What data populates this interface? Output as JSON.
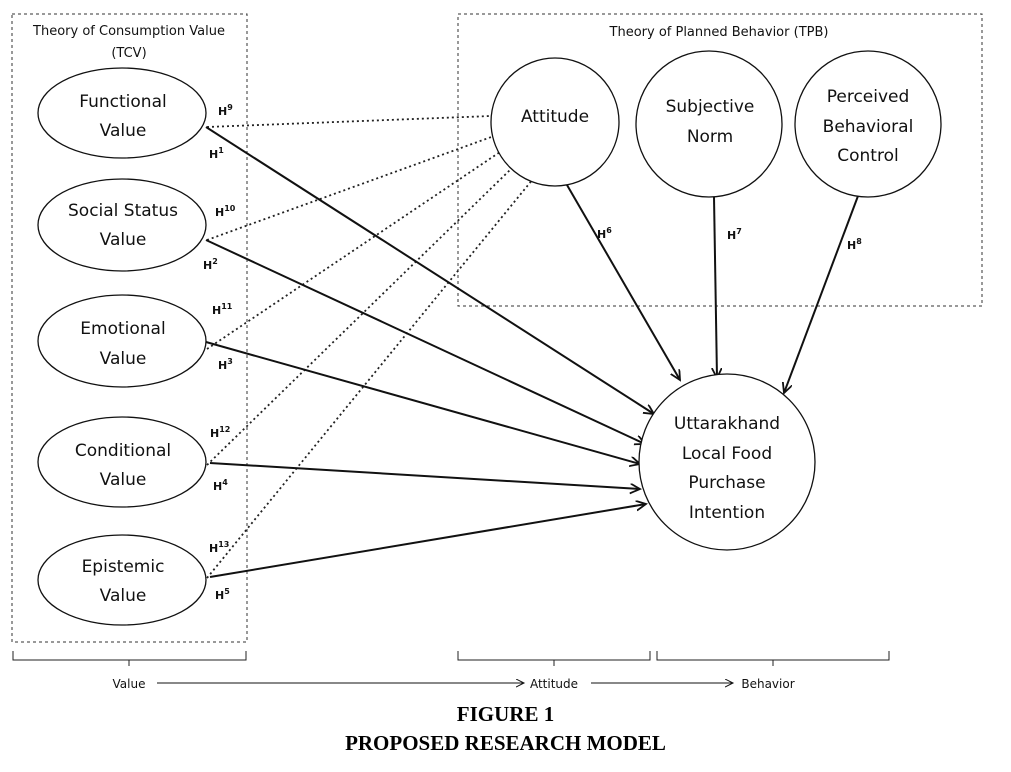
{
  "groups": {
    "tcv": {
      "title_line1": "Theory of Consumption Value",
      "title_line2": "(TCV)"
    },
    "tpb": {
      "title": "Theory of Planned Behavior (TPB)"
    }
  },
  "nodes": {
    "functional": [
      "Functional",
      "Value"
    ],
    "social": [
      "Social Status",
      "Value"
    ],
    "emotional": [
      "Emotional",
      "Value"
    ],
    "conditional": [
      "Conditional",
      "Value"
    ],
    "epistemic": [
      "Epistemic",
      "Value"
    ],
    "attitude": [
      "Attitude"
    ],
    "subjective": [
      "Subjective",
      "Norm"
    ],
    "pbc": [
      "Perceived",
      "Behavioral",
      "Control"
    ],
    "intention": [
      "Uttarakhand",
      "Local Food",
      "Purchase",
      "Intention"
    ]
  },
  "hypotheses": {
    "h1": "1",
    "h2": "2",
    "h3": "3",
    "h4": "4",
    "h5": "5",
    "h6": "6",
    "h7": "7",
    "h8": "8",
    "h9": "9",
    "h10": "10",
    "h11": "11",
    "h12": "12",
    "h13": "13",
    "prefix": "H"
  },
  "bottom_axis": {
    "value": "Value",
    "attitude": "Attitude",
    "behavior": "Behavior"
  },
  "caption": {
    "line1": "FIGURE 1",
    "line2": "PROPOSED RESEARCH MODEL"
  }
}
